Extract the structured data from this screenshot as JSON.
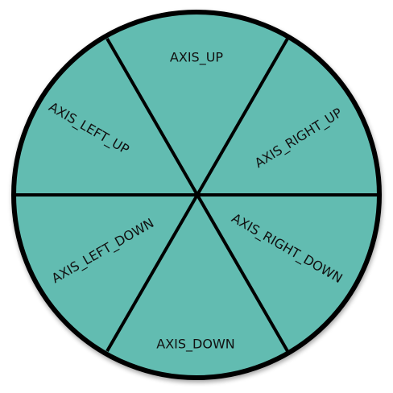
{
  "wheel": {
    "fill_color": "#62bcb1",
    "stroke_color": "#000000",
    "shadow_color": "#000000",
    "sectors": [
      {
        "key": "up",
        "label": "AXIS_UP"
      },
      {
        "key": "right_up",
        "label": "AXIS_RIGHT_UP"
      },
      {
        "key": "right_down",
        "label": "AXIS_RIGHT_DOWN"
      },
      {
        "key": "down",
        "label": "AXIS_DOWN"
      },
      {
        "key": "left_down",
        "label": "AXIS_LEFT_DOWN"
      },
      {
        "key": "left_up",
        "label": "AXIS_LEFT_UP"
      }
    ]
  }
}
